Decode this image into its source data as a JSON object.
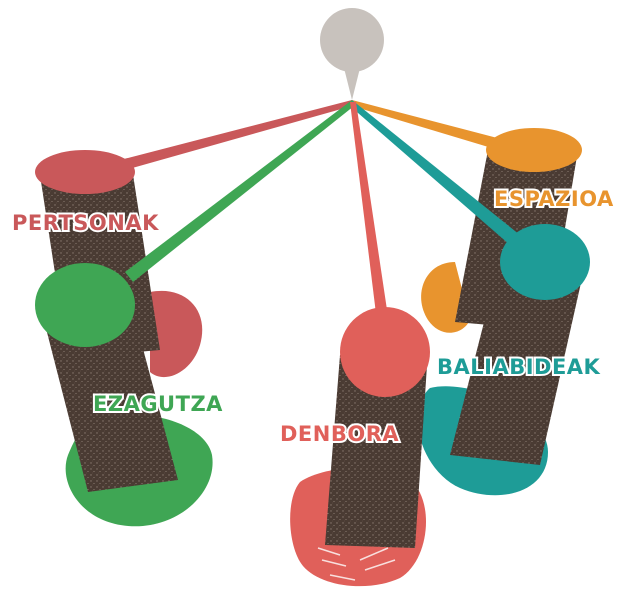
{
  "labels": {
    "pertsonak": "PERTSONAK",
    "ezagutza": "EZAGUTZA",
    "denbora": "DENBORA",
    "espazioa": "ESPAZIOA",
    "baliabideak": "BALIABIDEAK"
  },
  "colors": {
    "pertsonak": "#c9585a",
    "ezagutza": "#3fa654",
    "denbora": "#e0605a",
    "espazioa": "#e8942e",
    "baliabideak": "#1e9c97",
    "trunk": "#4a3b33",
    "hub": "#c8c2bd"
  }
}
